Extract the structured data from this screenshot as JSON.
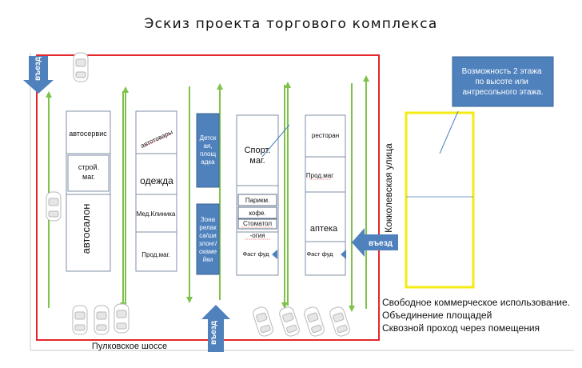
{
  "title": "Эскиз проекта торгового комплекса",
  "entrances": {
    "top_left": "въезд",
    "right": "въезд",
    "bottom": "въезд"
  },
  "streets": {
    "bottom": "Пулковское шоссе",
    "right": "Кокколевская улица"
  },
  "callout": "Возможность 2 этажа по высоте или антресольного этажа.",
  "blocks": {
    "col1": {
      "autoservice": "автосервис",
      "stroymag_1": "строй.",
      "stroymag_2": "маг.",
      "autosalon": "автосалон"
    },
    "col2": {
      "autotovary": "автотовары",
      "odezhda": "одежда",
      "medclinic": "Мед.Клиника",
      "prodmag": "Прод.маг."
    },
    "col3": {
      "kids_1": "Детск",
      "kids_2": "ая,",
      "kids_3": "площ",
      "kids_4": "адка",
      "relax_1": "Зона",
      "relax_2": "релак",
      "relax_3": "са/ши",
      "relax_4": "злонг/",
      "relax_5": "скаме",
      "relax_6": "йки"
    },
    "col4": {
      "sport_1": "Спорт.",
      "sport_2": "маг.",
      "parikm": "Парикм.",
      "kofe": "кофе.",
      "stomat_1": "Стоматол",
      "stomat_2": "-огия",
      "fastfood": "Фаст фуд"
    },
    "col5": {
      "restoran": "ресторан",
      "prodmag": "Прод.маг",
      "apteka": "аптека",
      "fastfood": "Фаст фуд"
    }
  },
  "notes": [
    "Свободное коммерческое использование.",
    "Объединение площадей",
    "Сквозной проход через помещения"
  ],
  "colors": {
    "boundary": "#e5262b",
    "arrows": "#7dc24b",
    "blue": "#4f81bd",
    "yellow": "#f5ea14"
  }
}
